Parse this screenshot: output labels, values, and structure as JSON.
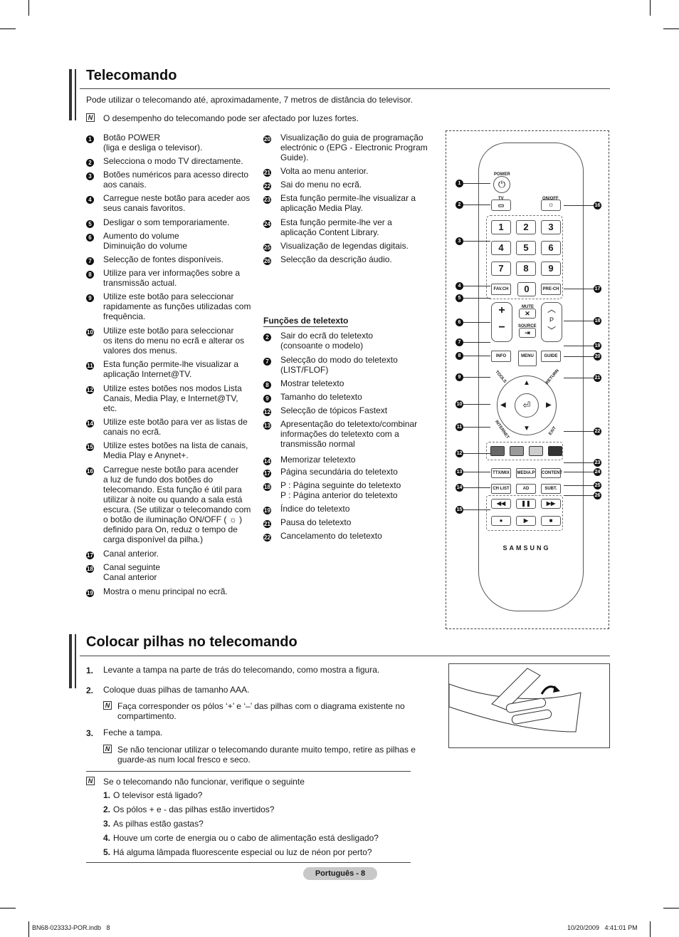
{
  "section1": {
    "title": "Telecomando",
    "intro": "Pode utilizar o telecomando até, aproximadamente, 7 metros de distância do televisor.",
    "note": "O desempenho do telecomando pode ser afectado por luzes fortes."
  },
  "left_items": [
    {
      "n": "1",
      "text": "Botão POWER\n(liga e desliga o televisor)."
    },
    {
      "n": "2",
      "text": "Selecciona o modo TV directamente."
    },
    {
      "n": "3",
      "text": "Botões numéricos para acesso directo\naos canais."
    },
    {
      "n": "4",
      "text": "Carregue neste botão para aceder aos\nseus canais favoritos."
    },
    {
      "n": "5",
      "text": "Desligar o som temporariamente."
    },
    {
      "n": "6",
      "text": "Aumento do volume\nDiminuição do volume"
    },
    {
      "n": "7",
      "text": "Selecção de fontes disponíveis."
    },
    {
      "n": "8",
      "text": "Utilize para ver informações sobre a\ntransmissão actual."
    },
    {
      "n": "9",
      "text": "Utilize este botão para seleccionar\nrapidamente as funções utilizadas com\nfrequência."
    },
    {
      "n": "10",
      "text": "Utilize este botão para seleccionar\nos itens do menu no ecrã e alterar os\nvalores dos menus."
    },
    {
      "n": "11",
      "text": "Esta função permite-lhe visualizar a\naplicação Internet@TV."
    },
    {
      "n": "12",
      "text": "Utilize estes botões nos modos Lista\nCanais, Media Play, e Internet@TV,\netc."
    },
    {
      "n": "14",
      "text": "Utilize este botão para ver as listas de\ncanais no ecrã."
    },
    {
      "n": "15",
      "text": "Utilize estes botões na lista de canais,\nMedia Play e Anynet+."
    },
    {
      "n": "16",
      "text": "Carregue neste botão para acender\na luz de fundo dos botões do\ntelecomando. Esta função é útil para\nutilizar à noite ou quando a sala está\nescura. (Se utilizar o telecomando com\no botão de iluminação ON/OFF ( ☼ )\ndefinido para On, reduz o tempo de\ncarga disponível da pilha.)"
    },
    {
      "n": "17",
      "text": "Canal anterior."
    },
    {
      "n": "18",
      "text": "Canal seguinte\nCanal anterior"
    },
    {
      "n": "19",
      "text": "Mostra o menu principal no ecrã."
    }
  ],
  "mid_items": [
    {
      "n": "20",
      "text": "Visualização do guia de programação\nelectrónic o (EPG - Electronic Program\nGuide)."
    },
    {
      "n": "21",
      "text": "Volta ao menu anterior."
    },
    {
      "n": "22",
      "text": "Sai do menu no ecrã."
    },
    {
      "n": "23",
      "text": "Esta função permite-lhe visualizar a\naplicação Media Play."
    },
    {
      "n": "24",
      "text": "Esta função permite-lhe ver a\naplicação Content Library."
    },
    {
      "n": "25",
      "text": "Visualização de legendas digitais."
    },
    {
      "n": "26",
      "text": "Selecção da descrição áudio."
    }
  ],
  "teletext": {
    "heading": "Funções de teletexto",
    "items": [
      {
        "n": "2",
        "text": "Sair do ecrã do teletexto\n(consoante o modelo)"
      },
      {
        "n": "7",
        "text": "Selecção do modo do teletexto\n(LIST/FLOF)"
      },
      {
        "n": "8",
        "text": "Mostrar teletexto"
      },
      {
        "n": "9",
        "text": "Tamanho do teletexto"
      },
      {
        "n": "12",
        "text": "Selecção de tópicos Fastext"
      },
      {
        "n": "13",
        "text": "Apresentação do teletexto/combinar\ninformações do teletexto com a\ntransmissão normal"
      },
      {
        "n": "14",
        "text": "Memorizar teletexto"
      },
      {
        "n": "17",
        "text": "Página secundária do teletexto"
      },
      {
        "n": "18",
        "text": "P     : Página seguinte do teletexto\nP     : Página anterior do teletexto"
      },
      {
        "n": "19",
        "text": "Índice do teletexto"
      },
      {
        "n": "21",
        "text": "Pausa do teletexto"
      },
      {
        "n": "22",
        "text": "Cancelamento do teletexto"
      }
    ]
  },
  "remote": {
    "power": "POWER",
    "tv": "TV",
    "onoff": "ON/OFF",
    "digits": [
      "1",
      "2",
      "3",
      "4",
      "5",
      "6",
      "7",
      "8",
      "9"
    ],
    "zero": "0",
    "favch": "FAV.CH",
    "prech": "PRE-CH",
    "mute": "MUTE",
    "source": "SOURCE",
    "p": "P",
    "info": "INFO",
    "menu": "MENU",
    "guide": "GUIDE",
    "tools": "TOOLS",
    "return": "RETURN",
    "internet": "INTERNET",
    "exit": "EXIT",
    "ttx": "TTX/MIX",
    "mediap": "MEDIA.P",
    "content": "CONTENT",
    "chlist": "CH LIST",
    "ad": "AD",
    "subt": "SUBT.",
    "brand": "SAMSUNG",
    "colors": [
      "#666666",
      "#999999",
      "#cccccc",
      "#333333"
    ]
  },
  "section2": {
    "title": "Colocar pilhas no telecomando",
    "steps": [
      {
        "n": "1.",
        "text": "Levante a tampa na parte de trás do telecomando, como mostra a figura."
      },
      {
        "n": "2.",
        "text": "Coloque duas pilhas de tamanho AAA."
      },
      {
        "n": "3.",
        "text": "Feche a tampa."
      }
    ],
    "note1": "Faça corresponder os pólos ‘+’ e ‘–’ das pilhas com o diagrama existente no\ncompartimento.",
    "note2": "Se não tencionar utilizar o telecomando durante muito tempo, retire as pilhas e\nguarde-as num local fresco e seco."
  },
  "check": {
    "intro": "Se o telecomando não funcionar, verifique o seguinte",
    "items": [
      {
        "n": "1.",
        "text": "O televisor está ligado?"
      },
      {
        "n": "2.",
        "text": "Os pólos + e - das pilhas estão invertidos?"
      },
      {
        "n": "3.",
        "text": "As pilhas estão gastas?"
      },
      {
        "n": "4.",
        "text": "Houve um corte de energia ou o cabo de alimentação está desligado?"
      },
      {
        "n": "5.",
        "text": "Há alguma lâmpada fluorescente especial ou luz de néon por perto?"
      }
    ]
  },
  "footer": {
    "page": "Português - 8",
    "file": "BN68-02333J-POR.indb   8",
    "date": "10/20/2009   4:41:01 PM"
  }
}
